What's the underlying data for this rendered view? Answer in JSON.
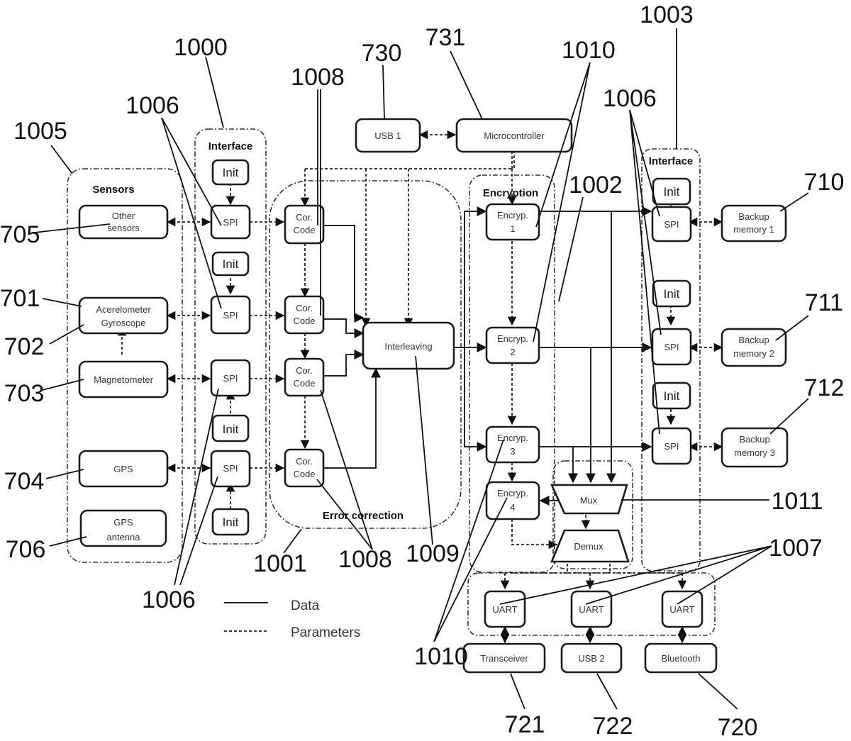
{
  "groups": {
    "sensors": "Sensors",
    "interface_left": "Interface",
    "error_correction": "Error correction",
    "encryption": "Encryption",
    "interface_right": "Interface"
  },
  "blocks": {
    "other_sensors": [
      "Other",
      "sensors"
    ],
    "accelerometer": [
      "Acerelometer",
      "Gyroscope"
    ],
    "magnetometer": [
      "Magnetometer"
    ],
    "gps": [
      "GPS"
    ],
    "gps_antenna": [
      "GPS",
      "antenna"
    ],
    "init": "Init",
    "spi": "SPI",
    "cor_code": [
      "Cor.",
      "Code"
    ],
    "interleaving": "Interleaving",
    "usb1": "USB 1",
    "microcontroller": "Microcontroller",
    "encryp1": [
      "Encryp.",
      "1"
    ],
    "encryp2": [
      "Encryp.",
      "2"
    ],
    "encryp3": [
      "Encryp.",
      "3"
    ],
    "encryp4": [
      "Encryp.",
      "4"
    ],
    "mux": "Mux",
    "demux": "Demux",
    "backup1": [
      "Backup",
      "memory 1"
    ],
    "backup2": [
      "Backup",
      "memory 2"
    ],
    "backup3": [
      "Backup",
      "memory 3"
    ],
    "uart": "UART",
    "transceiver": "Transceiver",
    "usb2": "USB 2",
    "bluetooth": "Bluetooth"
  },
  "legend": {
    "data": "Data",
    "parameters": "Parameters"
  },
  "refs": {
    "r1000": "1000",
    "r1001": "1001",
    "r1002": "1002",
    "r1003": "1003",
    "r1005": "1005",
    "r1006": "1006",
    "r1007": "1007",
    "r1008": "1008",
    "r1009": "1009",
    "r1010": "1010",
    "r1011": "1011",
    "r701": "701",
    "r702": "702",
    "r703": "703",
    "r704": "704",
    "r705": "705",
    "r706": "706",
    "r710": "710",
    "r711": "711",
    "r712": "712",
    "r720": "720",
    "r721": "721",
    "r722": "722",
    "r730": "730",
    "r731": "731"
  }
}
